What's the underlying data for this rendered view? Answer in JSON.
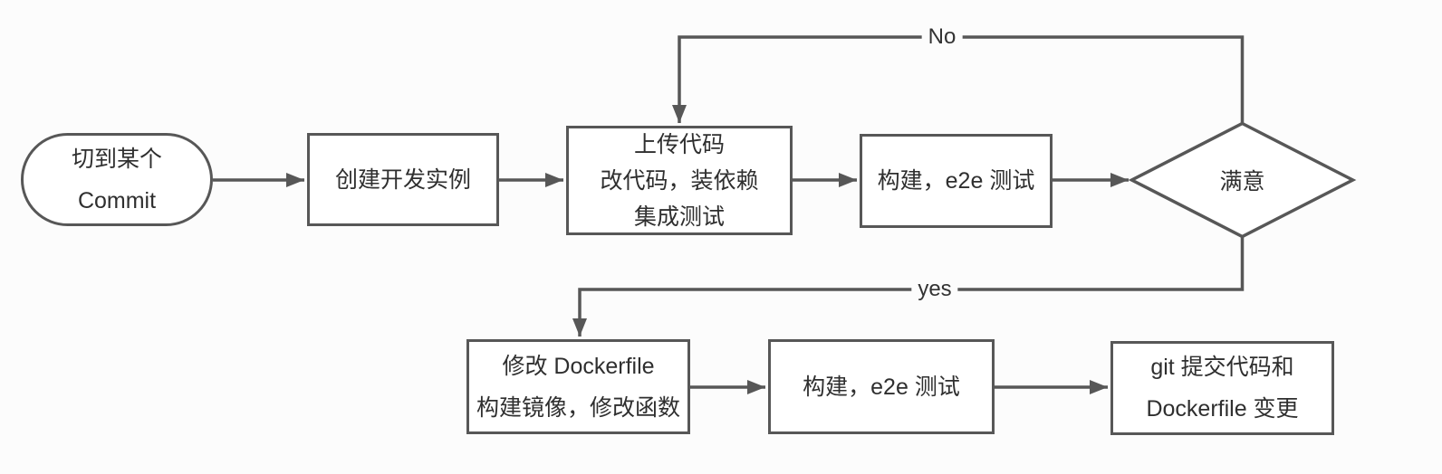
{
  "diagram": {
    "type": "flowchart",
    "colors": {
      "line": "#575757",
      "text": "#2f2f2f",
      "background": "#fcfcfc",
      "node_fill": "#ffffff"
    },
    "nodes": [
      {
        "id": "commit",
        "shape": "terminator",
        "lines": [
          "切到某个",
          "Commit"
        ]
      },
      {
        "id": "create-dev-instance",
        "shape": "process",
        "lines": [
          "创建开发实例"
        ]
      },
      {
        "id": "upload-code",
        "shape": "process",
        "lines": [
          "上传代码",
          "改代码，装依赖",
          "集成测试"
        ]
      },
      {
        "id": "build-e2e-test-1",
        "shape": "process",
        "lines": [
          "构建，e2e 测试"
        ]
      },
      {
        "id": "satisfied",
        "shape": "decision",
        "lines": [
          "满意"
        ]
      },
      {
        "id": "modify-dockerfile",
        "shape": "process",
        "lines": [
          "修改 Dockerfile",
          "构建镜像，修改函数"
        ]
      },
      {
        "id": "build-e2e-test-2",
        "shape": "process",
        "lines": [
          "构建，e2e 测试"
        ]
      },
      {
        "id": "git-commit",
        "shape": "process",
        "lines": [
          "git 提交代码和",
          "Dockerfile 变更"
        ]
      }
    ],
    "edge_labels": {
      "no": "No",
      "yes": "yes"
    },
    "edges": [
      {
        "from": "commit",
        "to": "create-dev-instance",
        "label": ""
      },
      {
        "from": "create-dev-instance",
        "to": "upload-code",
        "label": ""
      },
      {
        "from": "upload-code",
        "to": "build-e2e-test-1",
        "label": ""
      },
      {
        "from": "build-e2e-test-1",
        "to": "satisfied",
        "label": ""
      },
      {
        "from": "satisfied",
        "to": "upload-code",
        "label": "No"
      },
      {
        "from": "satisfied",
        "to": "modify-dockerfile",
        "label": "yes"
      },
      {
        "from": "modify-dockerfile",
        "to": "build-e2e-test-2",
        "label": ""
      },
      {
        "from": "build-e2e-test-2",
        "to": "git-commit",
        "label": ""
      }
    ]
  }
}
